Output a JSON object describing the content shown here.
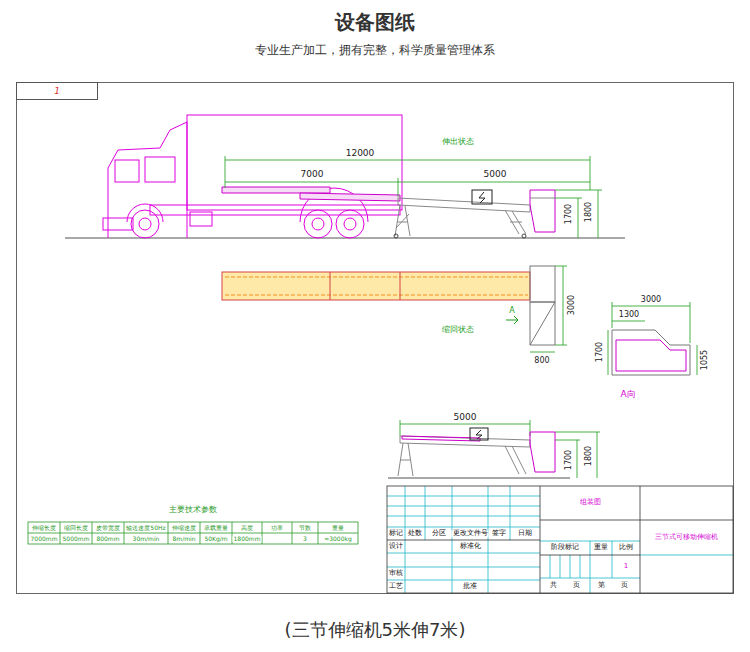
{
  "diagram": {
    "title": "设备图纸",
    "caption": "(三节伸缩机5米伸7米)",
    "nodes": [
      {
        "text": [
          "1"
        ]
      }
    ],
    "labels": [
      "专业生产加工，拥有完整，科学质量管理体系",
      "伸出状态",
      "12000",
      "7000",
      "5000",
      "1700",
      "1800",
      "A",
      "3000",
      "缩回状态",
      "800",
      "3000",
      "1300",
      "1700",
      "1055",
      "A向",
      "5000",
      "1700",
      "1800",
      "主要技术参数",
      "伸缩长度",
      "缩回长度",
      "皮带宽度",
      "输送速度50Hz",
      "伸缩速度",
      "承载重量",
      "高度",
      "功率",
      "节数",
      "重量",
      "7000mm",
      "5000mm",
      "800mm",
      "30m/min",
      "8m/min",
      "50Kg/m",
      "1800mm",
      "3",
      "≈3000kg",
      "标记",
      "处数",
      "分区",
      "更改文件号",
      "签字",
      "日期",
      "设计",
      "标准化",
      "审核",
      "工艺",
      "批准",
      "组装图",
      "阶段标记",
      "重量",
      "比例",
      "1",
      "共",
      "页",
      "第",
      "页",
      "三节式可移动伸缩机"
    ]
  }
}
